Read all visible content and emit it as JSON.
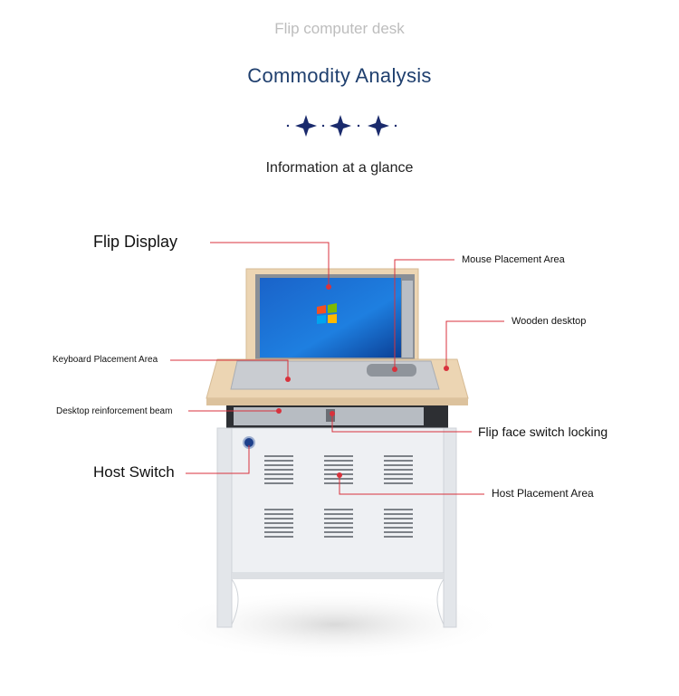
{
  "header": {
    "product_name": "Flip computer desk",
    "section_title": "Commodity Analysis",
    "subtitle": "Information at a glance"
  },
  "callouts": {
    "flip_display": "Flip Display",
    "mouse_area": "Mouse Placement Area",
    "wooden_desktop": "Wooden desktop",
    "keyboard_area": "Keyboard Placement Area",
    "reinforcement_beam": "Desktop reinforcement beam",
    "switch_locking": "Flip face switch locking",
    "host_switch": "Host Switch",
    "host_area": "Host Placement Area"
  },
  "colors": {
    "title": "#1f3f6e",
    "star": "#1a2a6c",
    "callout_line": "#d8323c",
    "wood": "#ecd5b3",
    "cabinet": "#eef0f3"
  }
}
